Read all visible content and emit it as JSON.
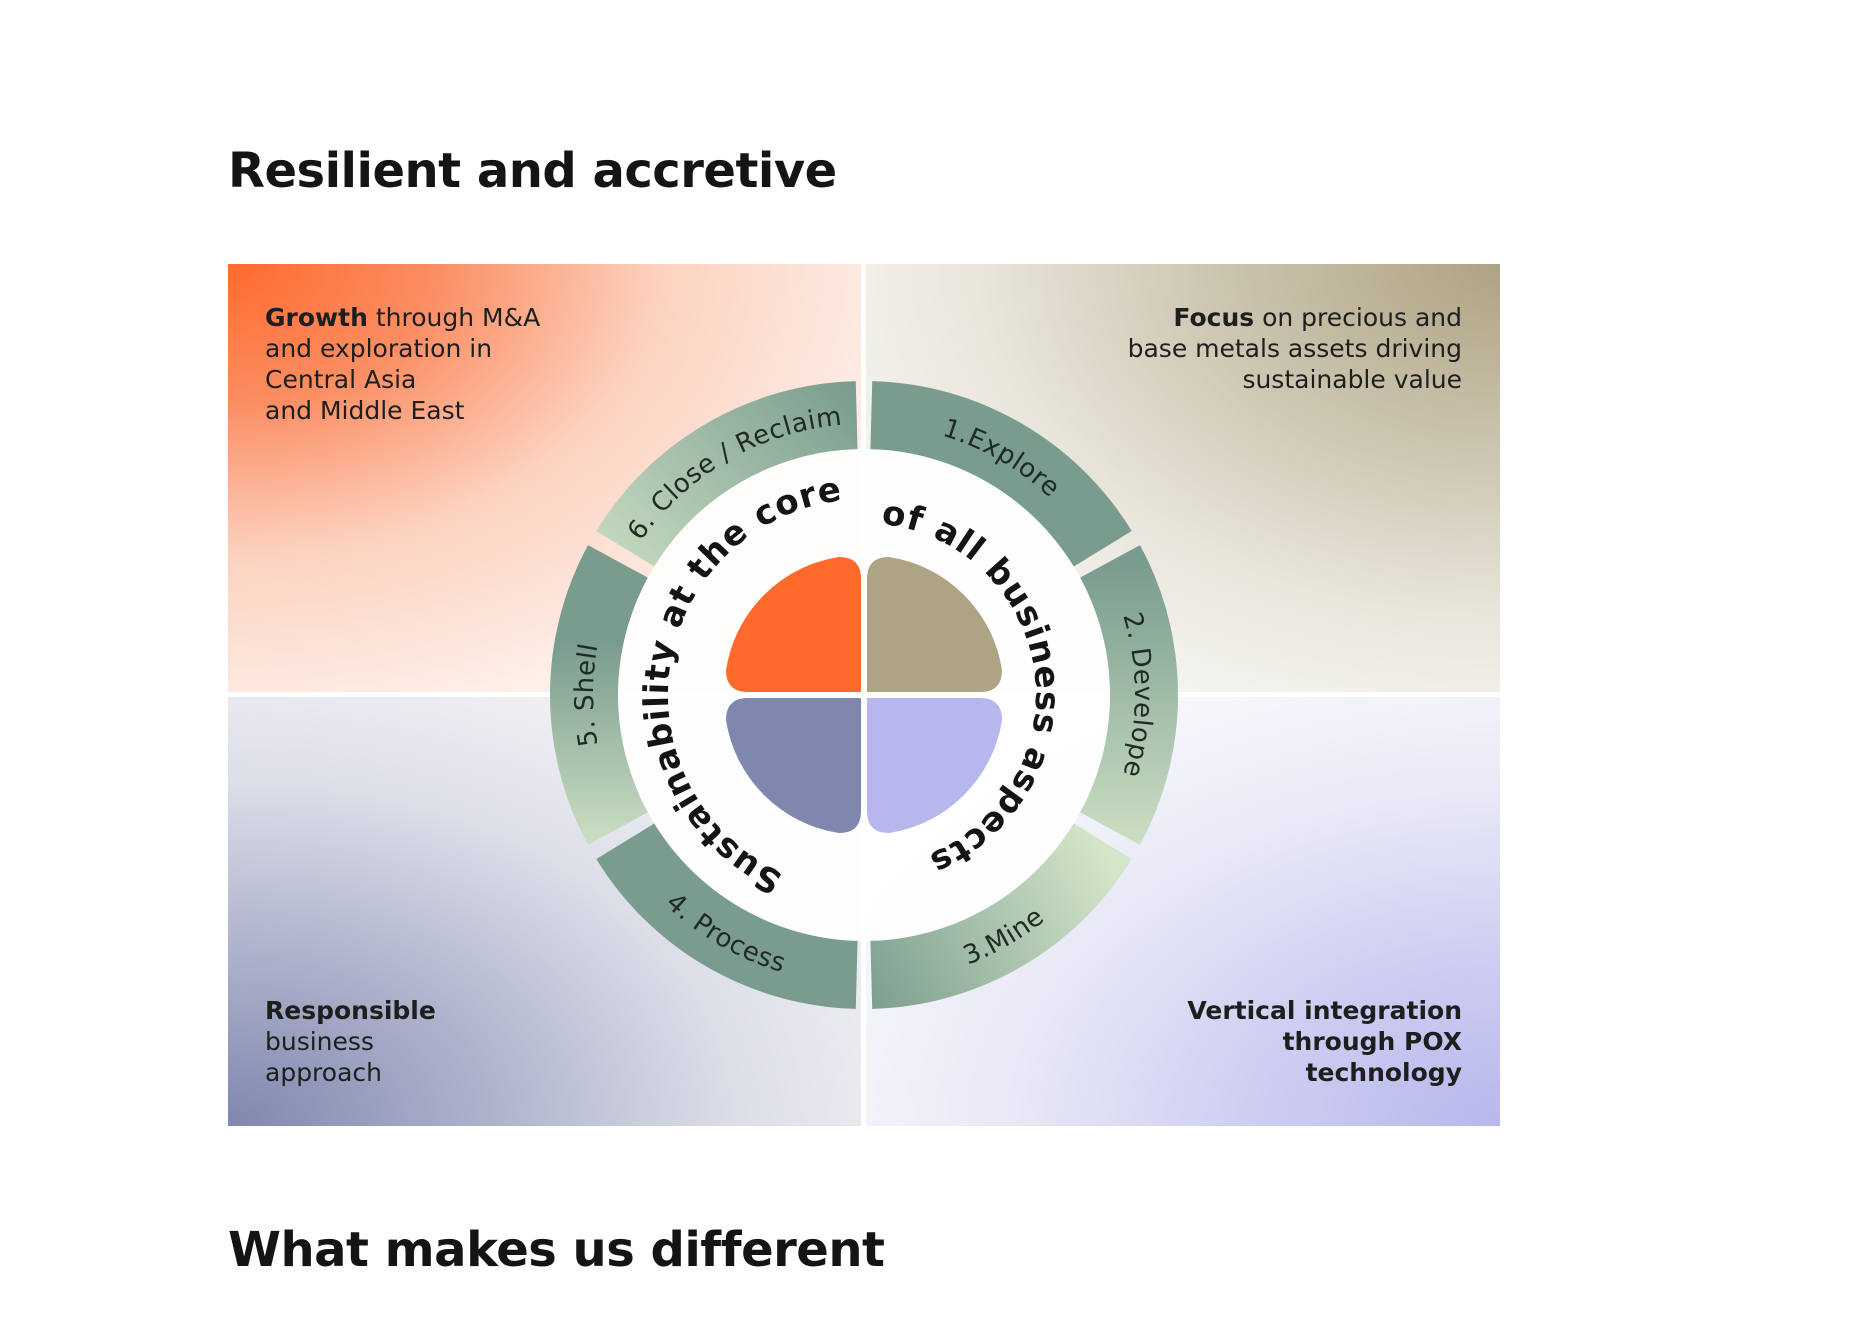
{
  "headings": {
    "top": "Resilient and accretive",
    "bottom": "What makes us different"
  },
  "quadrants": {
    "top_left": {
      "bold": "Growth",
      "lines": [
        " through M&A",
        "and exploration in",
        "Central Asia",
        "and Middle East"
      ],
      "color": "#ff6a2c"
    },
    "top_right": {
      "bold": "Focus",
      "lines": [
        " on precious and",
        "base metals assets driving",
        "sustainable value"
      ],
      "color": "#aea383"
    },
    "bottom_left": {
      "bold_lines": [
        "Responsible"
      ],
      "lines": [
        "business",
        "approach"
      ],
      "color": "#7f87ae"
    },
    "bottom_right": {
      "bold_lines": [
        "Vertical integration",
        "through POX",
        "technology"
      ],
      "color": "#b7b7ed"
    }
  },
  "wheel": {
    "stages": [
      "1.Explore",
      "2. Develope",
      "3.Mine",
      "4. Process",
      "5. Shell",
      "6. Close / Reclaim"
    ],
    "core_text_left": "Sustainability at the core",
    "core_text_right": "of all business aspects",
    "ring_color_dark": "#7a9c8e",
    "ring_color_light": "#d4e6c9",
    "center_colors": [
      "#ff6a2c",
      "#aea383",
      "#7f87ae",
      "#b7b7ed"
    ]
  }
}
